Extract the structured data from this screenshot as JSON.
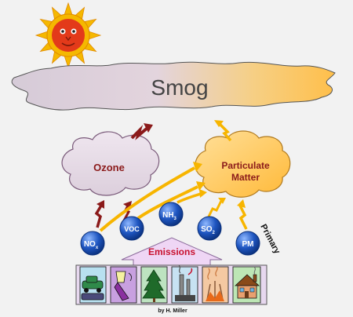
{
  "colors": {
    "background": "#f2f2f2",
    "sun": "#f5b800",
    "sun_face": "#e33a1a",
    "smog_cloud_left": "#dcd0dc",
    "smog_cloud_right": "#ffd37a",
    "ozone_cloud": "#e8dde8",
    "pm_cloud": "#ffcc66",
    "dark_arrow": "#8b1a1a",
    "yellow_arrow": "#f7b500",
    "pollutant_ball": "#1a4fb0",
    "emissions_arrow": "#efd6f5",
    "emissions_text": "#c8102e"
  },
  "icons": [
    "sun-icon",
    "smog-cloud-icon",
    "ozone-cloud-icon",
    "particulate-cloud-icon"
  ],
  "smog": {
    "label": "Smog"
  },
  "ozone": {
    "label": "Ozone"
  },
  "particulate": {
    "line1": "Particulate",
    "line2": "Matter"
  },
  "pollutants": {
    "nox": {
      "base": "NO",
      "sub": "x"
    },
    "voc": {
      "base": "VOC",
      "sub": ""
    },
    "nh3": {
      "base": "NH",
      "sub": "3"
    },
    "so2": {
      "base": "SO",
      "sub": "2"
    },
    "pm": {
      "base": "PM",
      "sub": ""
    }
  },
  "primary_label": "Primary",
  "emissions_label": "Emissions",
  "sources": [
    {
      "icon": "vehicles-icon",
      "color": "#b8e0f0"
    },
    {
      "icon": "solvents-icon",
      "color": "#c8a0e0"
    },
    {
      "icon": "vegetation-icon",
      "color": "#bde3c0"
    },
    {
      "icon": "industry-icon",
      "color": "#c7e2f2"
    },
    {
      "icon": "fires-icon",
      "color": "#f4c9a2"
    },
    {
      "icon": "residential-icon",
      "color": "#bde6b5"
    }
  ],
  "credit": "by H. Miller"
}
